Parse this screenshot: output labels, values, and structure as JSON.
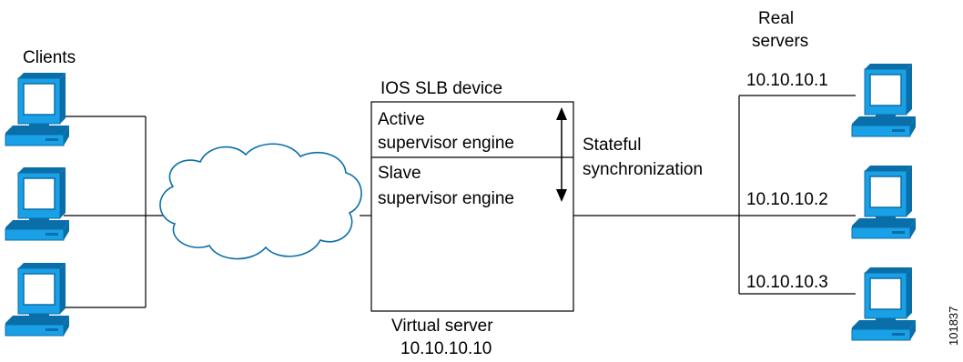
{
  "labels": {
    "clients": "Clients",
    "real_servers_line1": "Real",
    "real_servers_line2": "servers",
    "slb_device": "IOS SLB device",
    "active_line1": "Active",
    "active_line2": "supervisor engine",
    "slave_line1": "Slave",
    "slave_line2": "supervisor engine",
    "stateful_line1": "Stateful",
    "stateful_line2": "synchronization",
    "virtual_server_line1": "Virtual server",
    "virtual_server_line2": "10.10.10.10",
    "server1_ip": "10.10.10.1",
    "server2_ip": "10.10.10.2",
    "server3_ip": "10.10.10.3",
    "figure_id": "101837"
  },
  "colors": {
    "device_fill": "#1aa0e6",
    "device_dark": "#0a6ea8",
    "screen": "#ffffff",
    "cloud_fill": "#ffffff",
    "line": "#000000"
  },
  "icons": [
    "client-pc-icon",
    "server-pc-icon",
    "network-cloud-icon",
    "double-arrow-icon"
  ]
}
